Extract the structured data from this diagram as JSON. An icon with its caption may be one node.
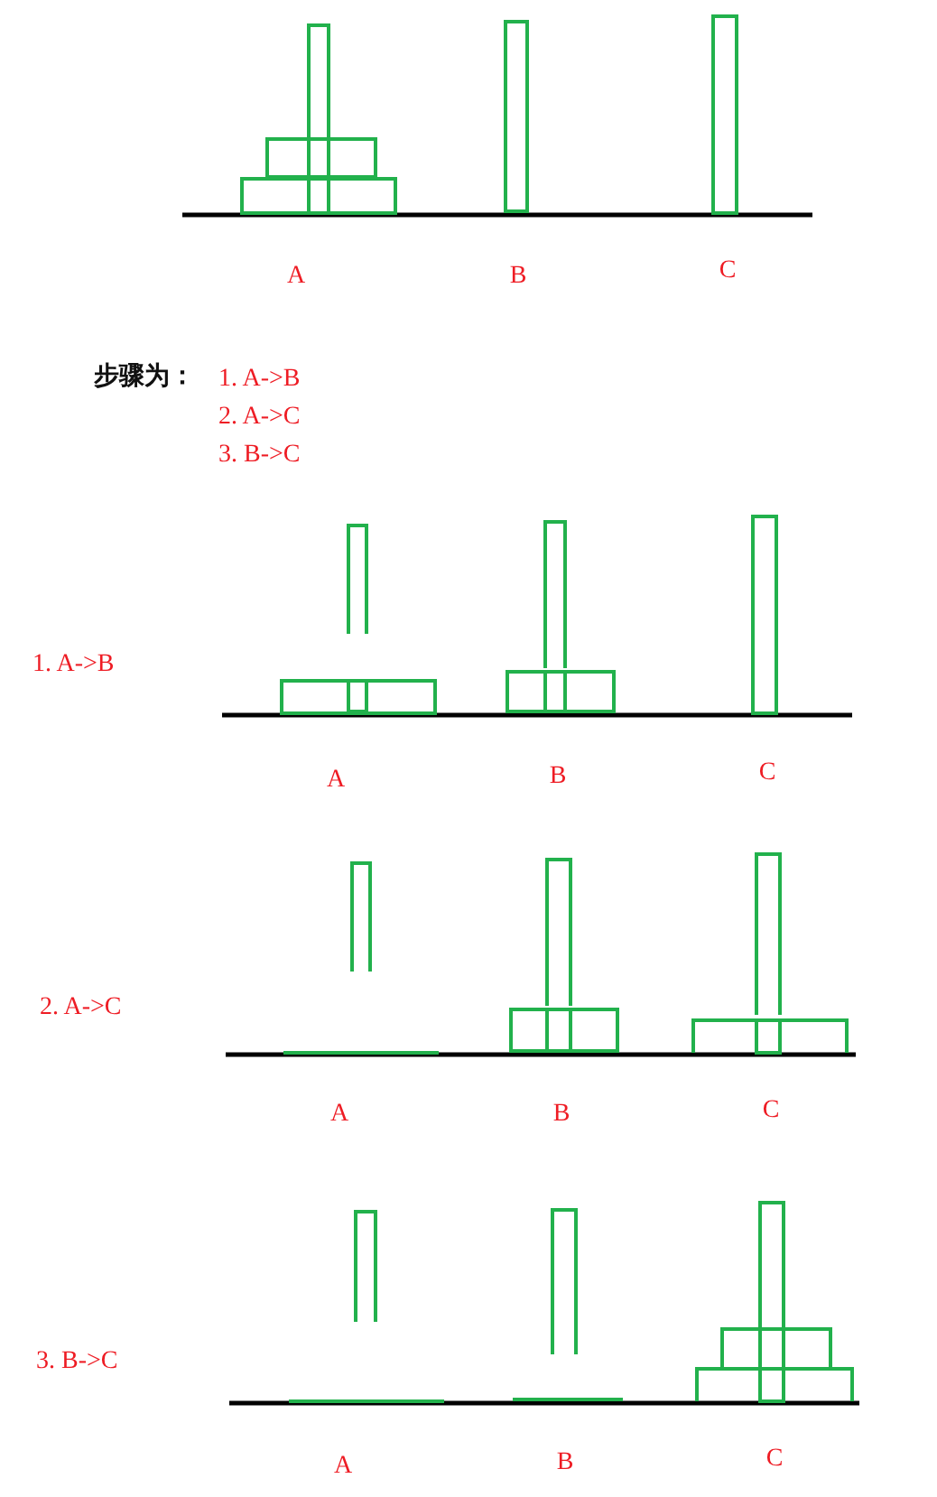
{
  "diagram": {
    "labels": [
      "A",
      "B",
      "C",
      "步骤为：",
      "1. A->B",
      "2. A->C",
      "3. B->C",
      "1. A->B",
      "A",
      "B",
      "C",
      "2. A->C",
      "A",
      "B",
      "C",
      "3. B->C",
      "A",
      "B",
      "C"
    ]
  }
}
